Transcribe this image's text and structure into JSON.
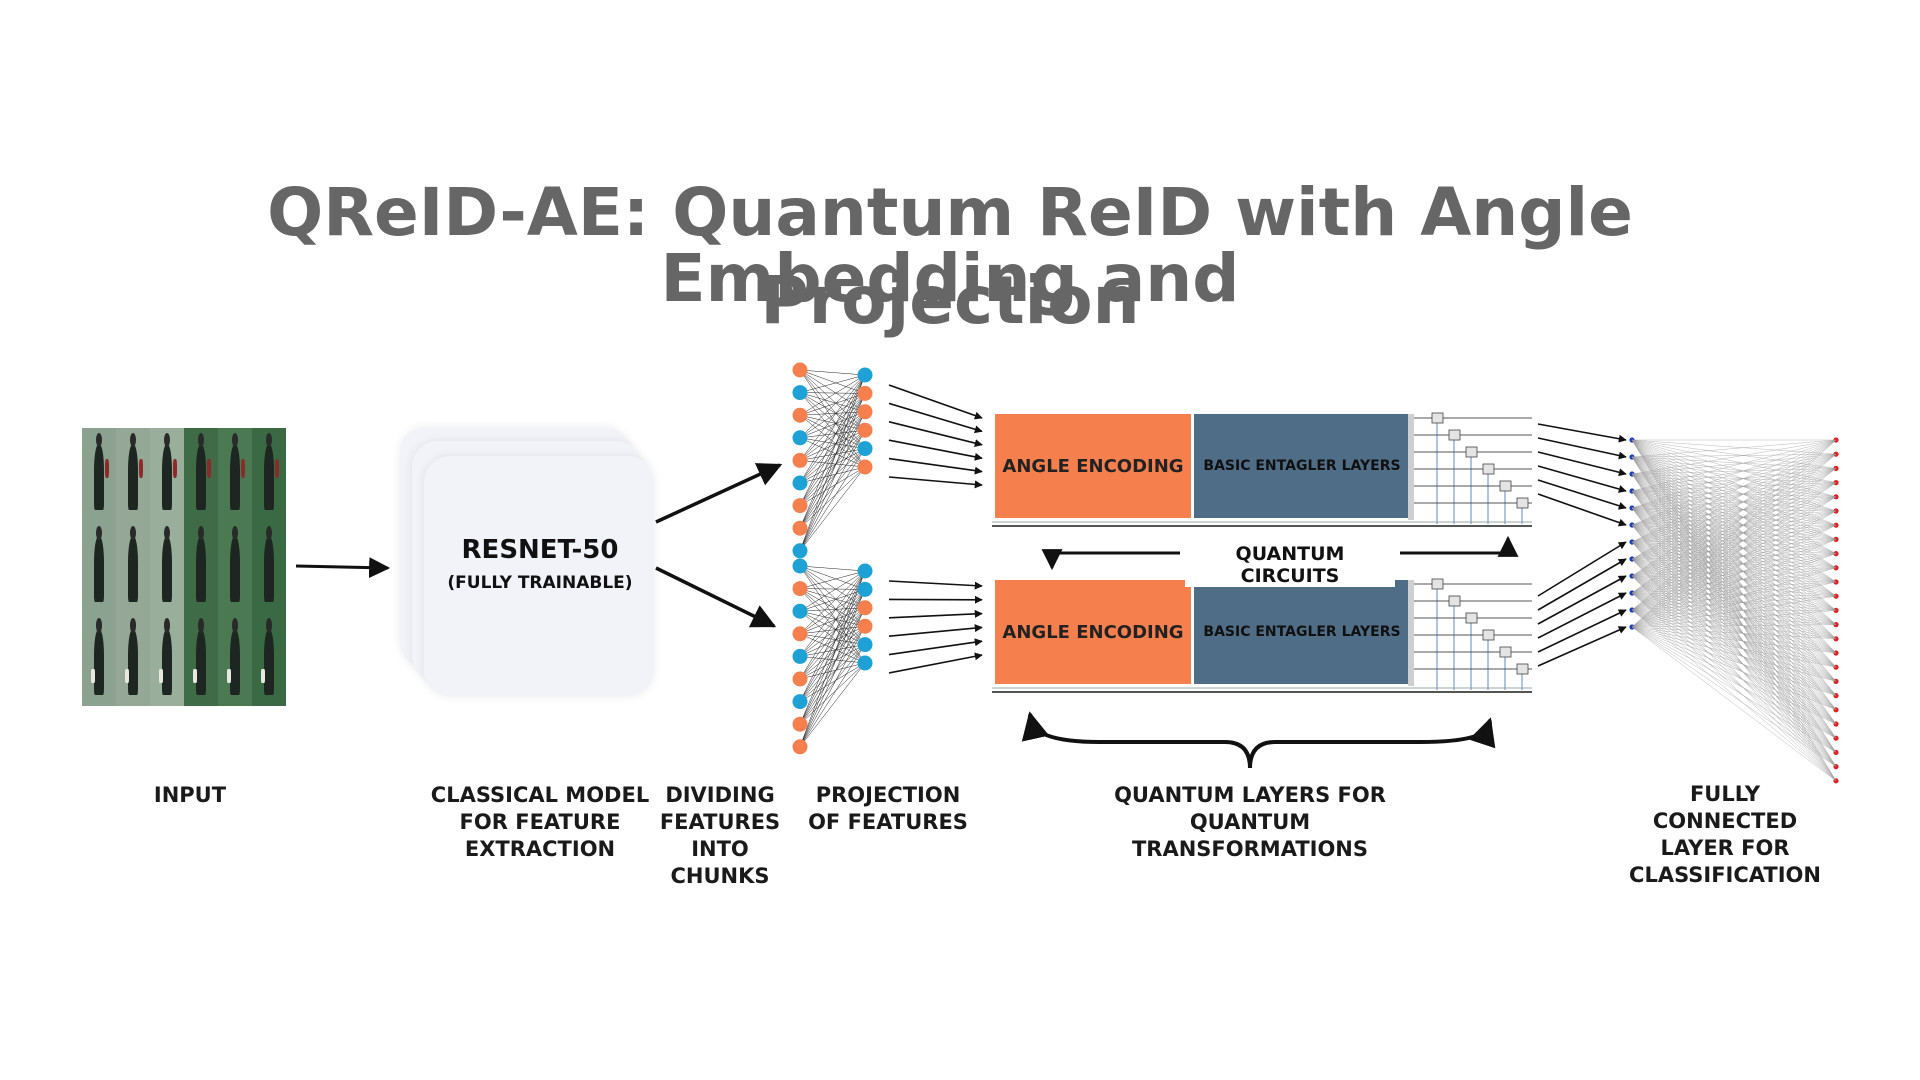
{
  "title": {
    "line1": "QReID-AE: Quantum ReID with Angle Embedding and",
    "line2": "Projection"
  },
  "resnet": {
    "name": "RESNET-50",
    "note": "(FULLY TRAINABLE)"
  },
  "quantum": {
    "angle_encoding": "ANGLE ENCODING",
    "entangler": "BASIC ENTAGLER LAYERS",
    "circuits_label": "QUANTUM CIRCUITS"
  },
  "labels": {
    "input": "INPUT",
    "classical_1": "CLASSICAL MODEL",
    "classical_2": "FOR  FEATURE",
    "classical_3": "EXTRACTION",
    "dividing_1": "DIVIDING",
    "dividing_2": "FEATURES",
    "dividing_3": "INTO CHUNKS",
    "projection_1": "PROJECTION",
    "projection_2": "OF FEATURES",
    "quantum_1": "QUANTUM LAYERS  FOR QUANTUM",
    "quantum_2": "TRANSFORMATIONS",
    "fc_1": "FULLY",
    "fc_2": "CONNECTED",
    "fc_3": "LAYER FOR",
    "fc_4": "CLASSIFICATION"
  },
  "colors": {
    "title": "#666666",
    "orange_node": "#f5804e",
    "blue_node": "#1ea1d4",
    "angle_encoding": "#f5804e",
    "entangler": "#4f6d86",
    "fc_input_node": "#1f3fbf",
    "fc_output_node": "#e02020"
  },
  "icons": {
    "arrow": "arrow-icon",
    "measurement": "measurement-gauge-icon",
    "brace": "curly-brace-icon"
  }
}
